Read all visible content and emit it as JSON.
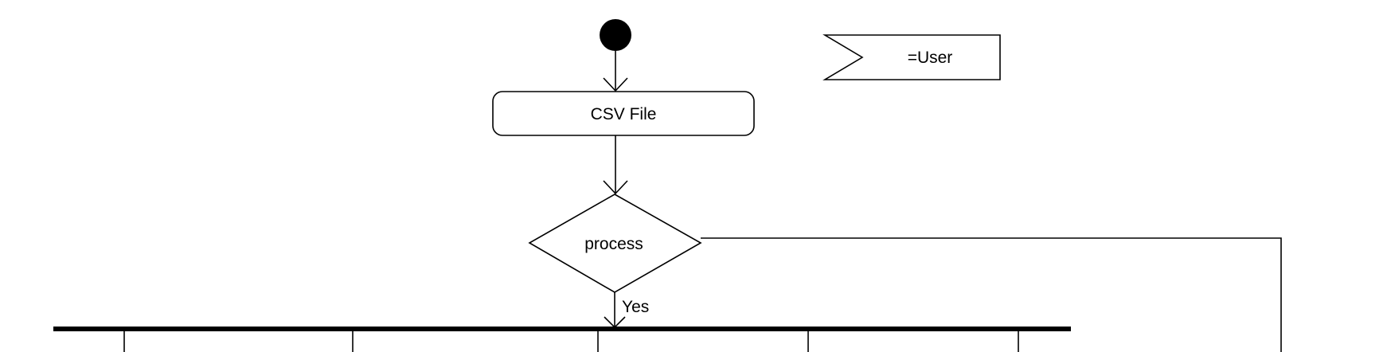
{
  "nodes": {
    "start": {
      "type": "initial"
    },
    "csv_file": {
      "label": "CSV File"
    },
    "decision": {
      "label": "process"
    },
    "fork": {
      "type": "fork-bar"
    }
  },
  "edges": {
    "yes_label": "Yes"
  },
  "legend": {
    "user_label": "=User"
  },
  "colors": {
    "stroke": "#000000",
    "fill": "#ffffff"
  }
}
